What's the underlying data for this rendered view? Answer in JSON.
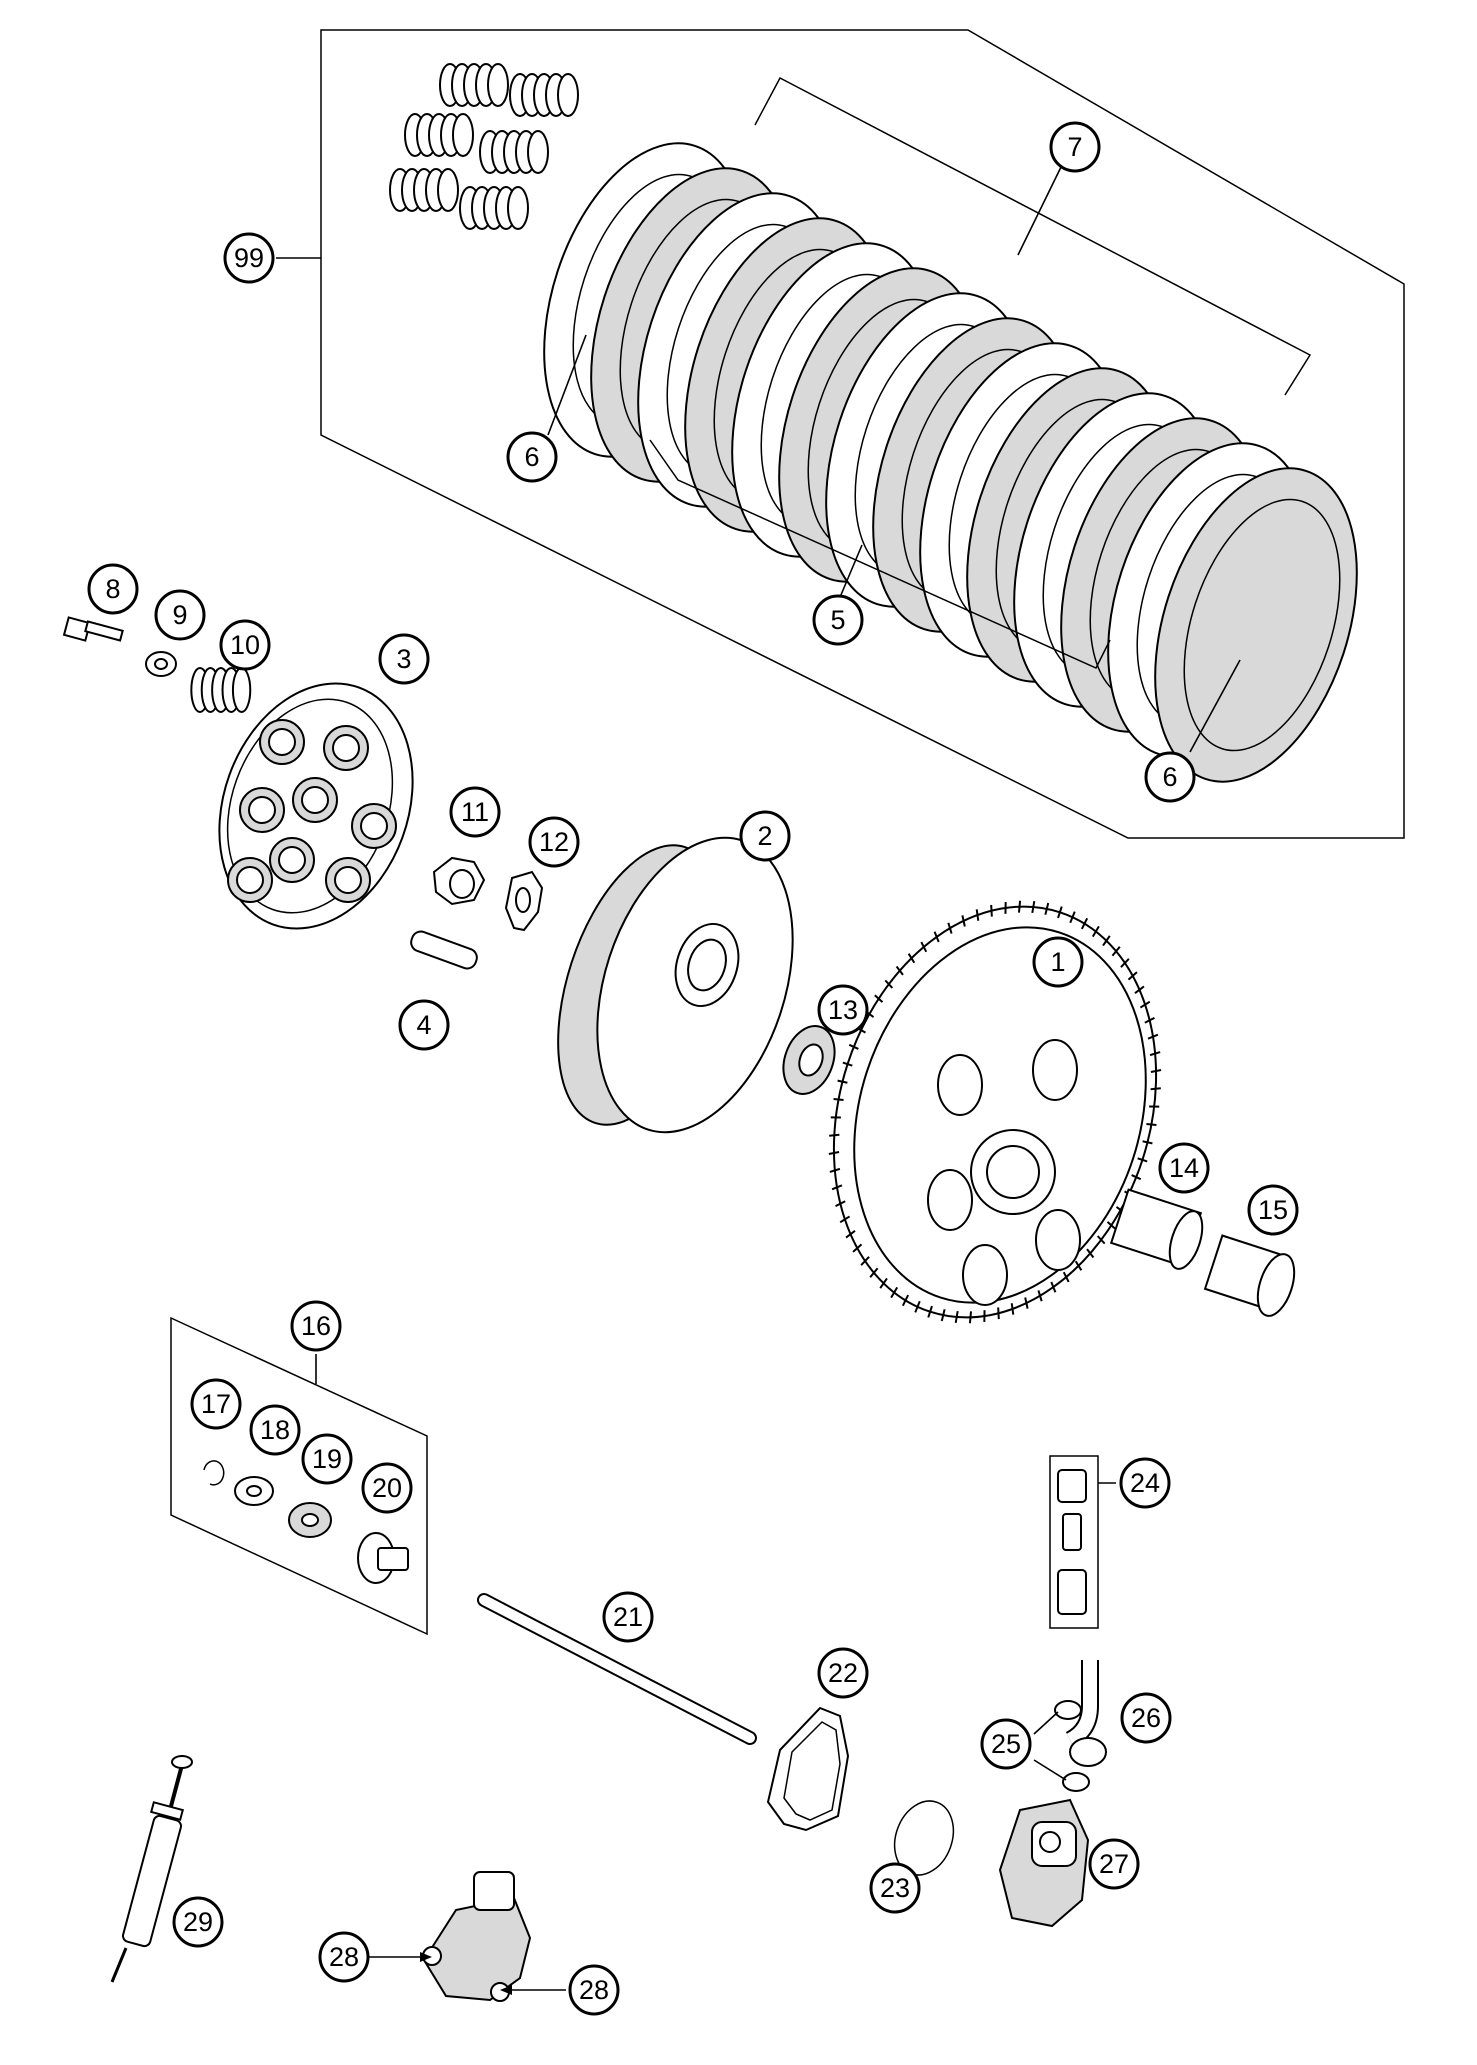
{
  "labels": {
    "p1": "1",
    "p2": "2",
    "p3": "3",
    "p4": "4",
    "p5": "5",
    "p6a": "6",
    "p6b": "6",
    "p7": "7",
    "p8": "8",
    "p9": "9",
    "p10": "10",
    "p11": "11",
    "p12": "12",
    "p13": "13",
    "p14": "14",
    "p15": "15",
    "p16": "16",
    "p17": "17",
    "p18": "18",
    "p19": "19",
    "p20": "20",
    "p21": "21",
    "p22": "22",
    "p23": "23",
    "p24": "24",
    "p25": "25",
    "p26": "26",
    "p27": "27",
    "p28a": "28",
    "p28b": "28",
    "p29": "29",
    "p99": "99"
  },
  "colors": {
    "line": "#000000",
    "background": "#ffffff",
    "shade": "#d9d9d9"
  }
}
